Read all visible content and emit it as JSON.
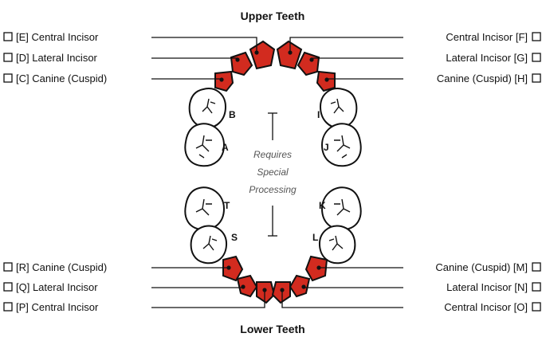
{
  "headers": {
    "upper": "Upper Teeth",
    "lower": "Lower Teeth"
  },
  "center_text": [
    "Requires",
    "Special",
    "Processing"
  ],
  "labels": {
    "upper_left": [
      "[E] Central Incisor",
      "[D] Lateral Incisor",
      "[C] Canine (Cuspid)"
    ],
    "upper_right": [
      "Central Incisor [F]",
      "Lateral Incisor [G]",
      "Canine (Cuspid) [H]"
    ],
    "lower_left": [
      "[R] Canine (Cuspid)",
      "[Q] Lateral Incisor",
      "[P] Central Incisor"
    ],
    "lower_right": [
      "Canine (Cuspid) [M]",
      "Lateral Incisor [N]",
      "Central Incisor [O]"
    ]
  },
  "letters": {
    "B": "B",
    "A": "A",
    "I": "I",
    "J": "J",
    "T": "T",
    "S": "S",
    "K": "K",
    "L": "L"
  },
  "colors": {
    "highlight_tooth": "#d22b1f",
    "normal_tooth": "#ffffff",
    "outline": "#111111",
    "center_text": "#555555"
  }
}
